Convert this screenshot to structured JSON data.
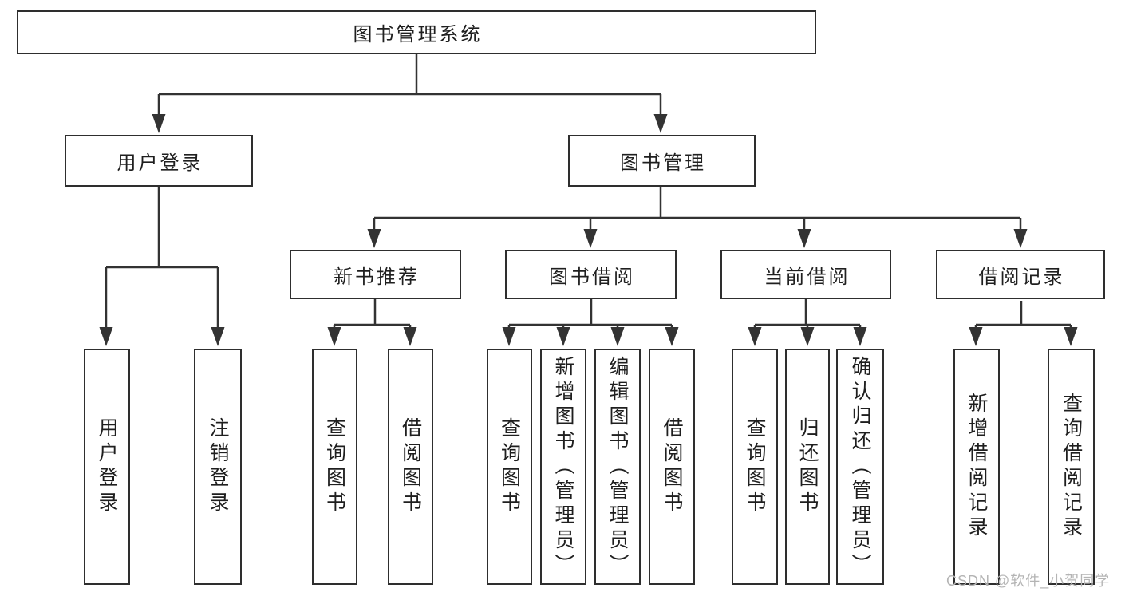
{
  "tree": {
    "root": {
      "label": "图书管理系统"
    },
    "branches": [
      {
        "label": "用户登录",
        "children": [
          {
            "label": "用户登录"
          },
          {
            "label": "注销登录"
          }
        ]
      },
      {
        "label": "图书管理",
        "children": [
          {
            "label": "新书推荐",
            "children": [
              {
                "label": "查询图书"
              },
              {
                "label": "借阅图书"
              }
            ]
          },
          {
            "label": "图书借阅",
            "children": [
              {
                "label": "查询图书"
              },
              {
                "label": "新增图书（管理员）"
              },
              {
                "label": "编辑图书（管理员）"
              },
              {
                "label": "借阅图书"
              }
            ]
          },
          {
            "label": "当前借阅",
            "children": [
              {
                "label": "查询图书"
              },
              {
                "label": "归还图书"
              },
              {
                "label": "确认归还（管理员）"
              }
            ]
          },
          {
            "label": "借阅记录",
            "children": [
              {
                "label": "新增借阅记录"
              },
              {
                "label": "查询借阅记录"
              }
            ]
          }
        ]
      }
    ]
  },
  "watermark": {
    "text": "CSDN @软件_小贺同学"
  },
  "colors": {
    "line": "#333333",
    "box_border": "#2e2e2e",
    "text": "#1f1f1f",
    "watermark": "#b4b4b4",
    "background": "#ffffff"
  }
}
